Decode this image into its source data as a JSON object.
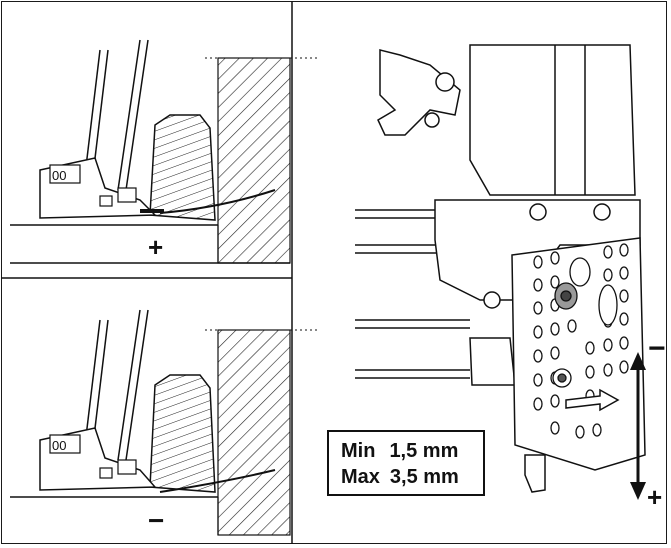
{
  "panels": {
    "top": {
      "sign": "+"
    },
    "bottom": {
      "sign": "−"
    }
  },
  "adjustment": {
    "min_label": "Min",
    "min_value": "1,5 mm",
    "max_label": "Max",
    "max_value": "3,5 mm",
    "arrow_top_sign": "−",
    "arrow_bottom_sign": "+"
  },
  "colors": {
    "line": "#111111",
    "hatch": "#222222",
    "fill_light": "#d9d9d9",
    "fill_dark": "#555555"
  }
}
